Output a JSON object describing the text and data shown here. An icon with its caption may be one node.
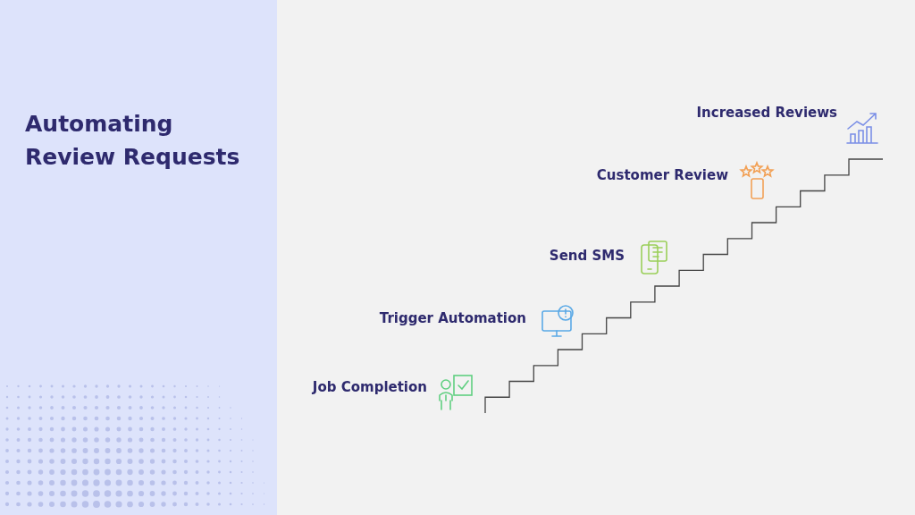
{
  "diagram": {
    "title": "Automating Review Requests",
    "labels": [
      "Job Completion",
      "Trigger Automation",
      "Send SMS",
      "Customer Review",
      "Increased Reviews"
    ]
  }
}
